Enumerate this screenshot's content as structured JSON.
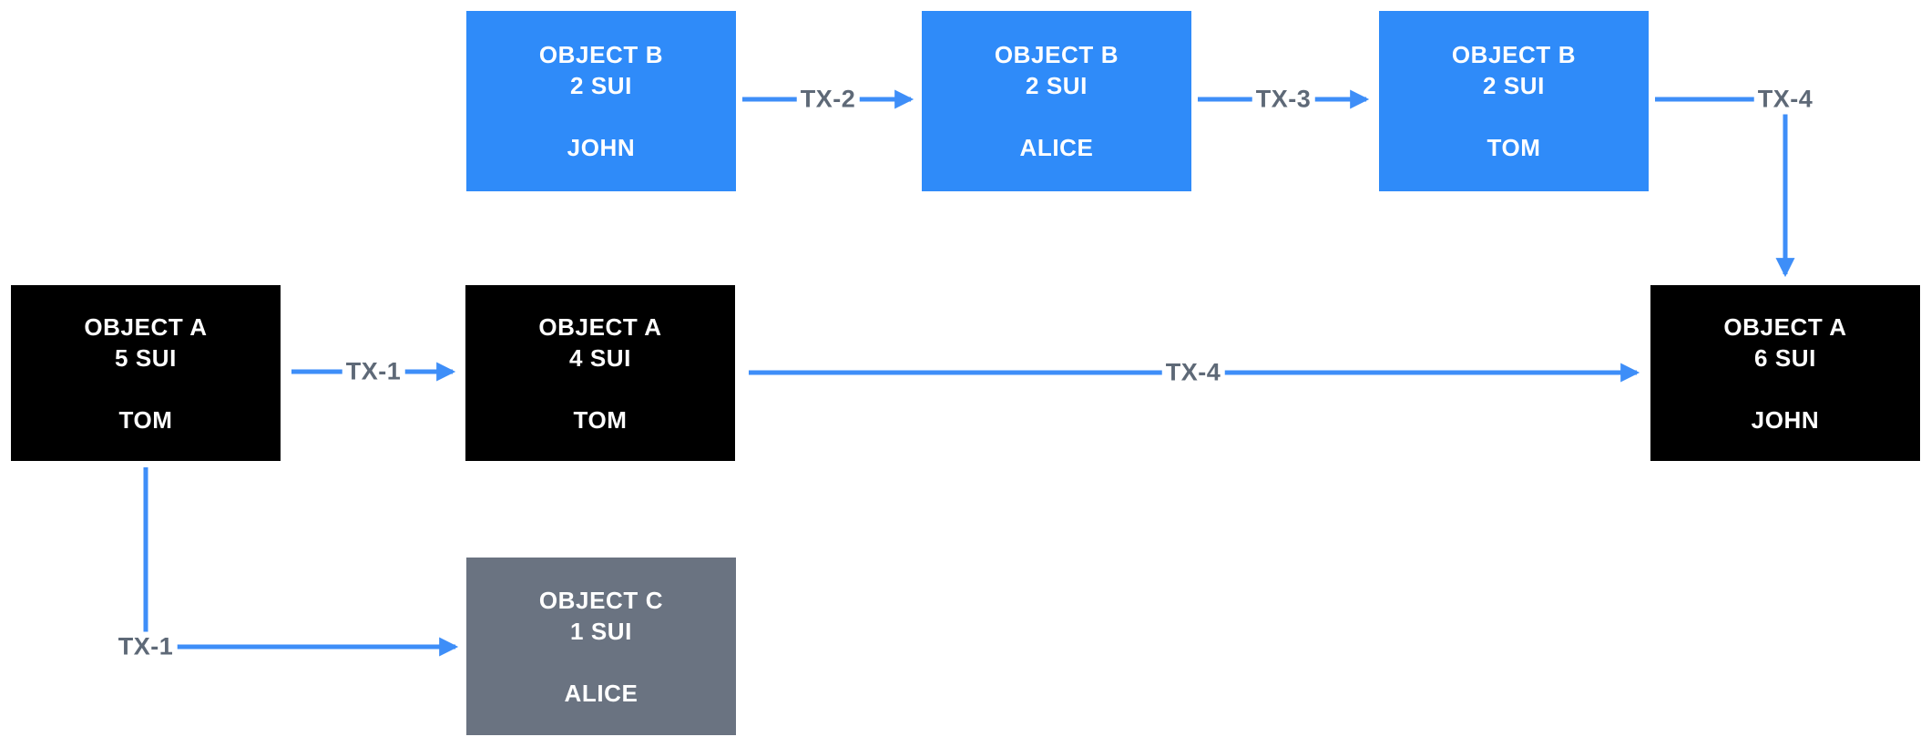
{
  "diagram_type": "object-transaction-flow",
  "colors": {
    "box_blue": "#2f8bf9",
    "box_black": "#000000",
    "box_gray": "#6a7381",
    "arrow_blue": "#3e8ef8",
    "label_gray": "#5e6977",
    "node_text": "#ffffff",
    "bg": "#ffffff"
  },
  "nodes": [
    {
      "id": "object-b-john",
      "title": "OBJECT B",
      "amount": "2 SUI",
      "owner": "JOHN",
      "variant": "blue"
    },
    {
      "id": "object-b-alice",
      "title": "OBJECT B",
      "amount": "2 SUI",
      "owner": "ALICE",
      "variant": "blue"
    },
    {
      "id": "object-b-tom",
      "title": "OBJECT B",
      "amount": "2 SUI",
      "owner": "TOM",
      "variant": "blue"
    },
    {
      "id": "object-a-5-tom",
      "title": "OBJECT A",
      "amount": "5 SUI",
      "owner": "TOM",
      "variant": "black"
    },
    {
      "id": "object-a-4-tom",
      "title": "OBJECT A",
      "amount": "4 SUI",
      "owner": "TOM",
      "variant": "black"
    },
    {
      "id": "object-a-6-john",
      "title": "OBJECT A",
      "amount": "6 SUI",
      "owner": "JOHN",
      "variant": "black"
    },
    {
      "id": "object-c-alice",
      "title": "OBJECT C",
      "amount": "1 SUI",
      "owner": "ALICE",
      "variant": "gray"
    }
  ],
  "edges": [
    {
      "label": "TX-1",
      "from": "object-a-5-tom",
      "to": "object-a-4-tom"
    },
    {
      "label": "TX-1",
      "from": "object-a-5-tom",
      "to": "object-c-alice"
    },
    {
      "label": "TX-2",
      "from": "object-b-john",
      "to": "object-b-alice"
    },
    {
      "label": "TX-3",
      "from": "object-b-alice",
      "to": "object-b-tom"
    },
    {
      "label": "TX-4",
      "from": "object-b-tom",
      "to": "object-a-6-john"
    },
    {
      "label": "TX-4",
      "from": "object-a-4-tom",
      "to": "object-a-6-john"
    }
  ]
}
